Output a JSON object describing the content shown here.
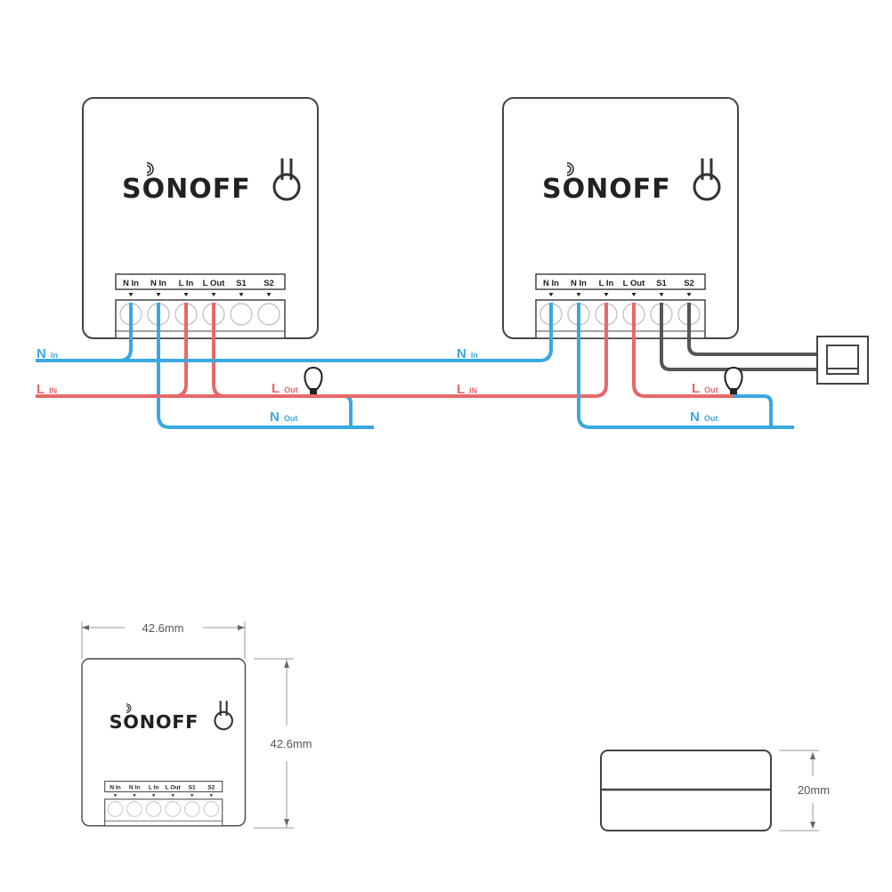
{
  "brand": "SONOFF",
  "terminals": [
    "N In",
    "N In",
    "L In",
    "L Out",
    "S1",
    "S2"
  ],
  "wire_labels": {
    "n_in": {
      "main": "N",
      "sub": "In"
    },
    "l_in": {
      "main": "L",
      "sub": "IN"
    },
    "l_out": {
      "main": "L",
      "sub": "Out"
    },
    "n_out": {
      "main": "N",
      "sub": "Out"
    }
  },
  "dimensions": {
    "width": "42.6mm",
    "height": "42.6mm",
    "depth": "20mm"
  },
  "colors": {
    "neutral": "#3aa8e0",
    "live": "#e8686a",
    "switch": "#555555",
    "outline": "#444444"
  },
  "icons": [
    "wifi-signal-icon",
    "keyhole-mount-icon",
    "light-bulb-icon",
    "wall-switch-icon"
  ]
}
